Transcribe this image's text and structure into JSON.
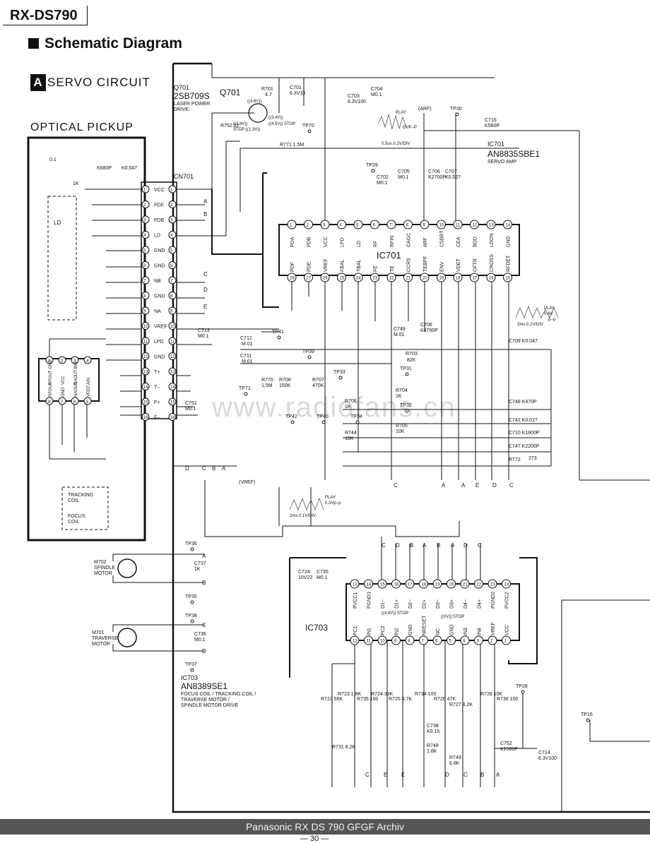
{
  "header": {
    "model": "RX-DS790",
    "title": "Schematic Diagram"
  },
  "section": {
    "badge": "A",
    "label": "SERVO CIRCUIT"
  },
  "optical_pickup": {
    "label": "OPTICAL PICKUP",
    "ld": "LD",
    "ic_pins_top": [
      "RFOUT GND",
      "VCC",
      "NAOUT BIN",
      "AIN"
    ],
    "ic_pins_bot": [
      "RFOUT",
      "GND",
      "NAOUT",
      "VREF"
    ]
  },
  "cn701": {
    "label": "CN701",
    "pins": [
      "VCC",
      "PDF",
      "PDE",
      "LD",
      "GND",
      "GND",
      "NB",
      "GND",
      "NA",
      "VREF",
      "LPD",
      "GND",
      "T+",
      "T−",
      "F+",
      "F−"
    ]
  },
  "q701": {
    "ref": "Q701",
    "type": "2SB709S",
    "name": "Q701",
    "desc1": "LASER POWER",
    "desc2": "DRIVE"
  },
  "ic701": {
    "ref": "IC701",
    "part": "AN8835SBE1",
    "desc": "SERVO AMP",
    "label": "IC701",
    "top_pins": [
      "PDA",
      "PDB",
      "VCC",
      "LPD",
      "LD",
      "RF",
      "RFIN",
      "CAGC",
      "ARF",
      "CSBRT",
      "CEA",
      "BDD",
      "LDON",
      "GND"
    ],
    "bot_pins": [
      "PDF",
      "PDE",
      "VREF",
      "FBAL",
      "TBAL",
      "FE",
      "TE",
      "CCRS",
      "TEBPF",
      "ENV",
      "VDET",
      "OFTR",
      "CROSS",
      "RFDET"
    ]
  },
  "ic703": {
    "ref": "IC703",
    "part": "AN8389SE1",
    "label": "IC703",
    "desc1": "FOCUS COIL / TRACKING COIL /",
    "desc2": "TRAVERSE MOTOR /",
    "desc3": "SPINDLE MOTOR DRIVE",
    "top_pins": [
      "PVCC1",
      "PGND1",
      "D1−",
      "D1+",
      "D2−",
      "D2+",
      "D3−",
      "D3+",
      "D4−",
      "D4+",
      "PGND2",
      "PVCC2"
    ],
    "bot_pins": [
      "PC1",
      "IN1",
      "PC2",
      "IN2",
      "GND",
      "NRESET",
      "NC",
      "GND",
      "IN3",
      "IN4",
      "VREF",
      "VCC"
    ]
  },
  "motors": {
    "m702": "M702",
    "m702_1": "SPINDLE",
    "m702_2": "MOTOR",
    "m701": "M701",
    "m701_1": "TRAVERSE",
    "m701_2": "MOTOR"
  },
  "coils": {
    "tracking": "TRACKING",
    "tracking2": "COIL",
    "focus": "FOCUS",
    "focus2": "COIL"
  },
  "test_points": [
    "TP30",
    "TP70",
    "TP29",
    "TP41",
    "TP39",
    "TP33",
    "TP31",
    "TP71",
    "TP42",
    "TP40",
    "TP34",
    "TP32",
    "TP36",
    "TP35",
    "TP38",
    "TP37",
    "TP28",
    "TP16"
  ],
  "components": {
    "r701": "R701",
    "r701v": "4.7",
    "c701": "C701",
    "c701v": "6.3V33",
    "c703": "C703",
    "c703v": "6.3V100",
    "c704": "C704",
    "c704v": "M0.1",
    "c716": "C716",
    "c716v": "K560P",
    "r752": "R752 22",
    "r771": "R771 1.5M",
    "c702": "C702",
    "c702v": "M0.1",
    "c705": "C705",
    "c705v": "M0.1",
    "c706": "C706",
    "c706v": "K2700P",
    "c707": "C707",
    "c707v": "K0.027",
    "c749": "C749",
    "c749v": "M.01",
    "c708": "C708",
    "c708v": "K4700P",
    "c712": "C712",
    "c712v": "M.01",
    "c711": "C711",
    "c711v": "M.01",
    "r703": "R703",
    "r703v": "82K",
    "c709": "C709 K0.047",
    "r770": "R770",
    "r770v": "1.5M",
    "r708": "R708",
    "r708v": "150K",
    "r707": "R707",
    "r707v": "470K",
    "r706": "R706",
    "r706v": "1K",
    "r704": "R704",
    "r704v": "1K",
    "r705": "R705",
    "r705v": "10K",
    "r744": "R744",
    "r744v": "10K",
    "c748": "C748  K470P",
    "c742": "C742  K0.027",
    "c710": "C710 K1800P",
    "c747": "C747 K2200P",
    "r772": "R772",
    "r772v": "273",
    "c713": "C713",
    "c713v": "M0.1",
    "c751": "C751",
    "c751v": "M0.1",
    "c737": "C737",
    "c737v": "1K",
    "c736": "C736",
    "c736v": "M0.1",
    "c724": "C724",
    "c724v": "10V22",
    "c735": "C735",
    "c735v": "M0.1",
    "r722": "R722  56K",
    "r723": "R723  1.8K",
    "r735": "R735  100",
    "r724": "R724  33K",
    "r725": "R725  4.7K",
    "r734": "R734  100",
    "r726": "R726  47K",
    "r727": "R727  8.2K",
    "r728": "R728  10K",
    "r736": "R736  100",
    "r731": "R731  8.2K",
    "c738": "C738",
    "c738v": "K0.15",
    "r748": "R748",
    "r748v": "1.8K",
    "r749": "R749",
    "r749v": "6.8K",
    "c752": "C752",
    "c752v": "K1500P",
    "c714": "C714",
    "c714v": "6.3V100",
    "led_caps": "K680P",
    "c_top": "0.1",
    "k0047": "K0.047",
    "onek": "1K"
  },
  "annotations": {
    "play": "PLAY",
    "dvp": "DVP−P",
    "scale1": "0.5us.0.2V/DIV",
    "arf": "(ARF)",
    "servo_stop": "((3.4V))",
    "stop1": "((4.5V)):STOP",
    "stop2": "STOP:((1.3V))",
    "v48": "((4.8V))",
    "v29": "((2.9V))",
    "play2": "PLAY",
    "p04": "0.4V",
    "pp": "p−p",
    "scale2": "2ms.0.2V/DIV",
    "play3": "PLAY",
    "p03": "0.3Vp−p",
    "scale3": "2ms.0.1V/DIV",
    "vref": "(VREF)",
    "stop3": "((0V)):STOP",
    "stop4": "((4.8V)):STOP"
  },
  "bus_letters": [
    "A",
    "B",
    "C",
    "D",
    "E"
  ],
  "footer": {
    "archive": "Panasonic RX DS 790 GFGF Archiv",
    "page": "— 30 —"
  },
  "watermark": "www.radiofans.cn"
}
